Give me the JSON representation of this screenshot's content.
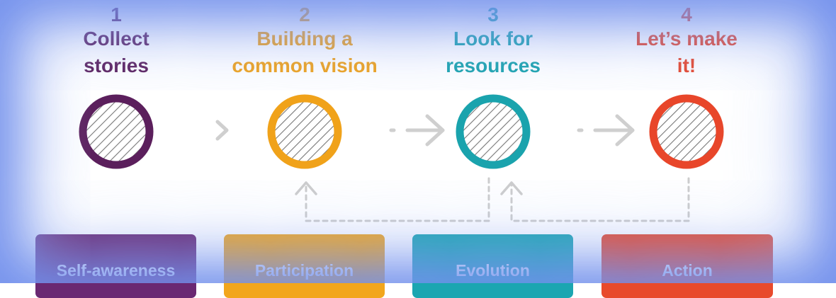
{
  "steps": [
    {
      "number": "1",
      "title_line1": "Collect",
      "title_line2": "stories",
      "color": "#5b1f5c",
      "label": "Self-awareness",
      "box_color": "#6a2872"
    },
    {
      "number": "2",
      "title_line1": "Building a",
      "title_line2": "common vision",
      "color": "#f0a21a",
      "label": "Participation",
      "box_color": "#f2a61c"
    },
    {
      "number": "3",
      "title_line1": "Look for",
      "title_line2": "resources",
      "color": "#1aa3ad",
      "label": "Evolution",
      "box_color": "#1ba6b1"
    },
    {
      "number": "4",
      "title_line1": "Let’s make",
      "title_line2": "it!",
      "color": "#e8462a",
      "label": "Action",
      "box_color": "#e84a2c"
    }
  ],
  "icons": {
    "circle": "hatched-circle-icon",
    "arrow": "arrow-right-icon",
    "feedback": "dashed-feedback-arrow-icon"
  },
  "arrow_color": "#c9c9c9"
}
